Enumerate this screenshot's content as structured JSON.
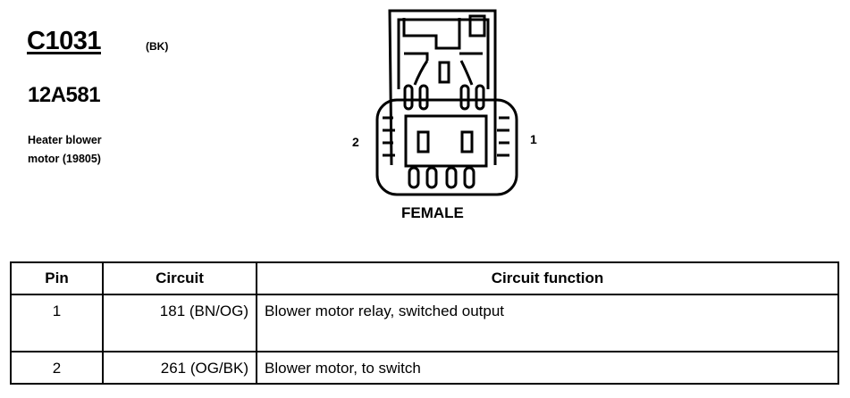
{
  "connector": {
    "id": "C1031",
    "color_code": "(BK)",
    "part_number": "12A581",
    "component_line1": "Heater blower",
    "component_line2": "motor (19805)",
    "gender": "FEMALE",
    "pin_left": "2",
    "pin_right": "1"
  },
  "table": {
    "headers": [
      "Pin",
      "Circuit",
      "Circuit function"
    ],
    "rows": [
      {
        "pin": "1",
        "circuit": "181 (BN/OG)",
        "function": "Blower motor relay, switched output"
      },
      {
        "pin": "2",
        "circuit": "261 (OG/BK)",
        "function": "Blower motor, to switch"
      }
    ]
  }
}
